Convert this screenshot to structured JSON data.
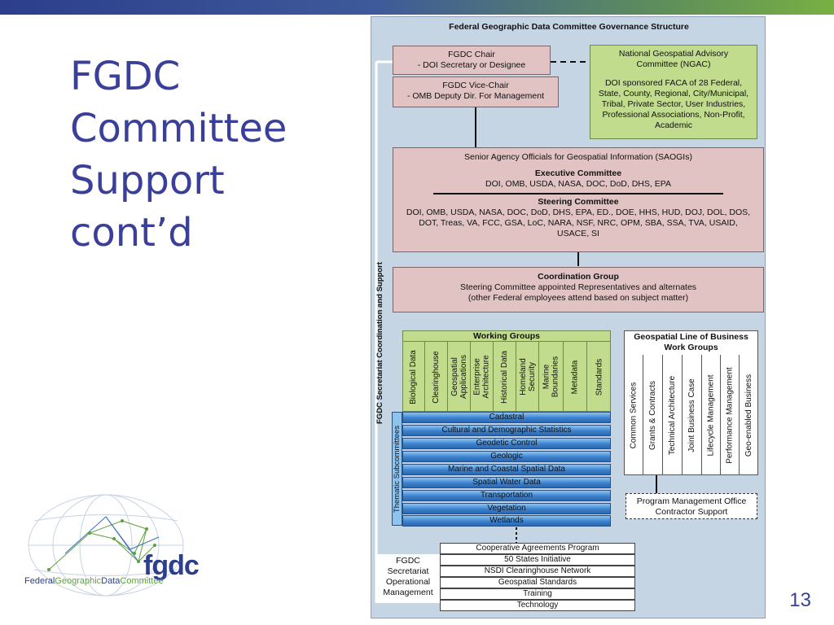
{
  "slide": {
    "title_lines": [
      "FGDC",
      "Committee",
      "Support",
      "cont’d"
    ],
    "page_number": "13"
  },
  "logo": {
    "wordmark": "fgdc",
    "name_parts": [
      "Federal",
      "Geographic",
      "Data",
      "Committee"
    ]
  },
  "chart": {
    "title": "Federal Geographic Data Committee Governance Structure",
    "chair": [
      "FGDC Chair",
      "- DOI Secretary or Designee"
    ],
    "vice_chair": [
      "FGDC Vice-Chair",
      "- OMB Deputy Dir. For Management"
    ],
    "ngac": {
      "title": "National Geospatial Advisory Committee (NGAC)",
      "desc": "DOI sponsored FACA of 28 Federal, State, County, Regional, City/Municipal, Tribal, Private Sector, User Industries, Professional Associations, Non-Profit, Academic"
    },
    "saogi": {
      "title": "Senior Agency Officials for Geospatial Information (SAOGIs)",
      "exec_title": "Executive Committee",
      "exec_members": "DOI, OMB, USDA, NASA, DOC, DoD, DHS, EPA",
      "steer_title": "Steering Committee",
      "steer_members": "DOI, OMB, USDA, NASA, DOC, DoD, DHS, EPA, ED., DOE, HHS, HUD, DOJ, DOL, DOS, DOT, Treas, VA, FCC, GSA, LoC, NARA, NSF, NRC, OPM, SBA, SSA, TVA, USAID, USACE, SI"
    },
    "coordination": {
      "title": "Coordination Group",
      "line1": "Steering Committee appointed Representatives and alternates",
      "line2": "(other Federal employees attend based on subject matter)"
    },
    "secretariat_label": "FGDC Secretariat Coordination and Support",
    "working_groups": {
      "title": "Working Groups",
      "items": [
        "Biological Data",
        "Clearinghouse",
        "Geospatial Applications",
        "Enterprise Architecture",
        "Historical Data",
        "Homeland Security",
        "Marine Boundaries",
        "Metadata",
        "Standards"
      ]
    },
    "thematic_label": "Thematic Subcommittees",
    "subcommittees": [
      "Cadastral",
      "Cultural and Demographic Statistics",
      "Geodetic Control",
      "Geologic",
      "Marine and Coastal Spatial Data",
      "Spatial Water Data",
      "Transportation",
      "Vegetation",
      "Wetlands"
    ],
    "lob": {
      "title_lines": [
        "Geospatial Line of Business",
        "Work Groups"
      ],
      "items": [
        "Common Services",
        "Grants & Contracts",
        "Technical Architecture",
        "Joint Business Case",
        "Lifecycle Management",
        "Performance Management",
        "Geo-enabled Business"
      ]
    },
    "pmo": [
      "Program Management Office",
      "Contractor Support"
    ],
    "ops_label": [
      "FGDC",
      "Secretariat",
      "Operational",
      "Management"
    ],
    "ops_items": [
      "Cooperative Agreements Program",
      "50 States Initiative",
      "NSDI Clearinghouse Network",
      "Geospatial Standards",
      "Training",
      "Technology"
    ]
  }
}
